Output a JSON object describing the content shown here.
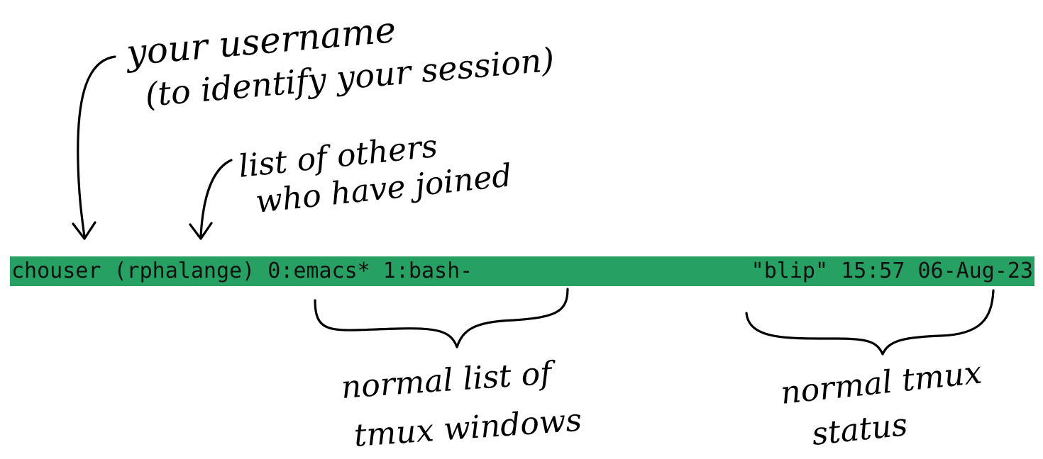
{
  "status_bar": {
    "left_text": "chouser (rphalange) 0:emacs* 1:bash-",
    "right_text": "\"blip\" 15:57 06-Aug-23",
    "background_color": "#27a064"
  },
  "annotations": {
    "username_line1": "your username",
    "username_line2": "(to identify your session)",
    "others_line1": "list of others",
    "others_line2": "who have joined",
    "windows_line1": "normal list of",
    "windows_line2": "tmux windows",
    "status_line1": "normal tmux",
    "status_line2": "status"
  }
}
